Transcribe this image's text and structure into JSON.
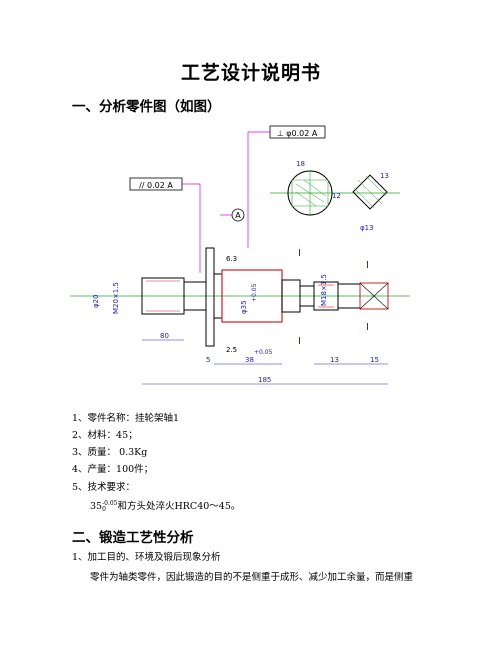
{
  "doc": {
    "title": "工艺设计说明书",
    "section1": "一、分析零件图（如图）",
    "items": [
      "1、零件名称：挂轮架轴1",
      "2、材料：45；",
      "3、质量：  0.3Kg",
      "4、产量：100件；",
      "5、技术要求："
    ],
    "tech_req": {
      "value": "35",
      "tol_upper": "-0.05",
      "tol_lower": "0",
      "text": "和方头处淬火HRC40～45。"
    },
    "section2": "二、锻造工艺性分析",
    "sub1": "1、加工目的、环境及锻后现象分析",
    "para": "零件为轴类零件，因此锻造的目的不是侧重于成形、减少加工余量，而是侧重"
  },
  "drawing": {
    "fcf_perp": "⊥ φ0.02 A",
    "fcf_parallel": "// 0.02 A",
    "datum": "A",
    "dim_185": "185",
    "dim_80": "80",
    "dim_38": "38",
    "dim_13": "13",
    "dim_15": "15",
    "dim_5": "5",
    "dim_18": "18",
    "dim_12": "12",
    "dim_phi13": "φ13",
    "dim_phi20": "φ20",
    "dim_phi35": "φ35",
    "dim_m20": "M20×1.5",
    "dim_m18": "M18×1.5",
    "tol_035": "+0.05",
    "rough_63": "6.3",
    "rough_25": "2.5",
    "section_mark": "I"
  },
  "colors": {
    "drawing_line": "#000000",
    "center_line": "#22aa22",
    "section_hatch": "#22aa22",
    "dimension": "#2222cc",
    "part_outline": "#cc2222",
    "callout": "#dd00dd"
  }
}
